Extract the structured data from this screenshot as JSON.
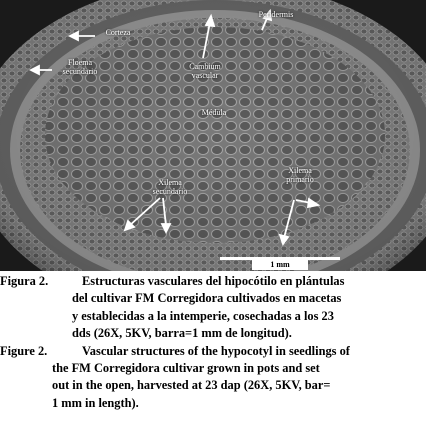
{
  "micrograph": {
    "labels": {
      "corteza": "Corteza",
      "floema": "Floema\nsecundario",
      "cambium": "Cambium\nvascular",
      "peridermis": "Peridermis",
      "medula": "Médula",
      "xilema_primario": "Xilema\nprimario",
      "xilema_secundario": "Xilema\nsecundario"
    },
    "scale_bar": "1 mm"
  },
  "caption_es": {
    "label": "Figura 2.",
    "lines": [
      "Estructuras vasculares del hipocótilo en plántulas",
      "del cultivar FM Corregidora cultivados en macetas",
      "y establecidas a la intemperie, cosechadas a los 23",
      "dds (26X, 5KV, barra=1 mm de longitud)."
    ]
  },
  "caption_en": {
    "label": "Figure 2.",
    "lines": [
      "Vascular structures of the hypocotyl in seedlings of",
      "the FM Corregidora cultivar grown in pots and set",
      "out in the open, harvested at 23 dap (26X, 5KV, bar=",
      "1 mm in length)."
    ]
  },
  "colors": {
    "background": "#1a1a1a",
    "tissue": "#8a8a8a",
    "label_text": "#ffffff"
  }
}
